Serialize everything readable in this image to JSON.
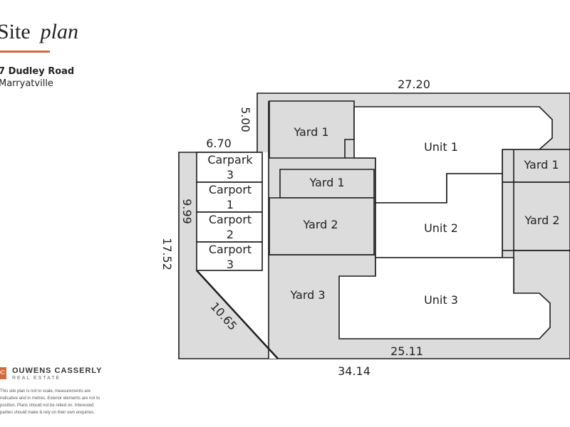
{
  "header": {
    "title_word1": "Site",
    "title_word2": "plan",
    "address_line1": "7 Dudley Road",
    "address_line2": "Marryatville"
  },
  "dimensions": {
    "top": "27.20",
    "yard_depth": "5.00",
    "carport_width": "6.70",
    "carport_depth": "9.99",
    "left": "17.52",
    "diagonal": "10.65",
    "bottom_inner": "25.11",
    "bottom": "34.14"
  },
  "labels": {
    "yard1_top": "Yard 1",
    "unit1": "Unit 1",
    "yard1_right": "Yard 1",
    "yard1_mid": "Yard 1",
    "yard2_left": "Yard 2",
    "unit2": "Unit 2",
    "yard2_right": "Yard 2",
    "yard3": "Yard 3",
    "unit3": "Unit 3",
    "carpark3_line1": "Carpark",
    "carpark3_line2": "3",
    "carport1_line1": "Carport",
    "carport1_line2": "1",
    "carport2_line1": "Carport",
    "carport2_line2": "2",
    "carport3_line1": "Carport",
    "carport3_line2": "3"
  },
  "branding": {
    "logo_initials": "OC",
    "company_name": "OUWENS CASSERLY",
    "company_sub": "REAL ESTATE",
    "disclaimer": "This site plan is not to scale, measurements are indicative and in metres. Exterior elements are not to position. Plans should not be relied on. Interested parties should make & rely on their own enquiries."
  },
  "colors": {
    "ground": "#dcdcdc",
    "outline": "#1c1c1c",
    "accent": "#d46a3c"
  }
}
